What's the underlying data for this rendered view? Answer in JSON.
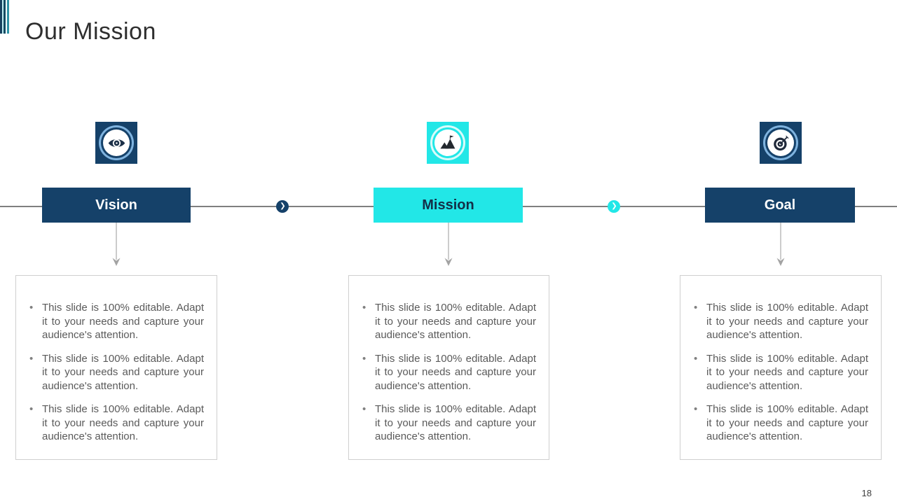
{
  "slide": {
    "title": "Our Mission",
    "page_number": "18"
  },
  "colors": {
    "navy": "#154169",
    "cyan": "#22e7e7",
    "ring_blue": "#7fb3df",
    "ring_cyan": "#d8fbfa",
    "timeline_gray": "#7f7f7f",
    "body_text_gray": "#5a5a5a",
    "box_border_gray": "#cfcfcf"
  },
  "connectors": {
    "chevron_glyph": "❯",
    "items": [
      {
        "icon": "chevron-right-icon",
        "theme": "navy"
      },
      {
        "icon": "chevron-right-icon",
        "theme": "cyan"
      }
    ]
  },
  "columns": [
    {
      "id": "vision",
      "label": "Vision",
      "icon": "eye-icon",
      "theme": "navy",
      "bullets": [
        "This slide is 100% editable. Adapt it to your needs and capture your audience's attention.",
        "This slide is 100% editable. Adapt it to your needs and capture your audience's attention.",
        "This slide is 100% editable. Adapt it to your needs and capture your audience's attention."
      ]
    },
    {
      "id": "mission",
      "label": "Mission",
      "icon": "mountain-flag-icon",
      "theme": "cyan",
      "bullets": [
        "This slide is 100% editable. Adapt it to your needs and capture your audience's attention.",
        "This slide is 100% editable. Adapt it to your needs and capture your audience's attention.",
        "This slide is 100% editable. Adapt it to your needs and capture your audience's attention."
      ]
    },
    {
      "id": "goal",
      "label": "Goal",
      "icon": "target-icon",
      "theme": "navy",
      "bullets": [
        "This slide is 100% editable. Adapt it to your needs and capture your audience's attention.",
        "This slide is 100% editable. Adapt it to your needs and capture your audience's attention.",
        "This slide is 100% editable. Adapt it to your needs and capture your audience's attention."
      ]
    }
  ]
}
